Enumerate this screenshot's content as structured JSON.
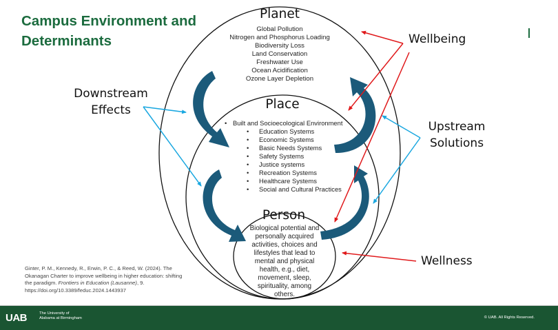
{
  "slide": {
    "title_lines": [
      "Campus Environment and",
      "Determinants"
    ],
    "accent_color": "#1b6b3e"
  },
  "diagram": {
    "planet": {
      "title": "Planet",
      "items": [
        "Global Pollution",
        "Nitrogen and Phosphorus Loading",
        "Biodiversity Loss",
        "Land Conservation",
        "Freshwater Use",
        "Ocean Acidification",
        "Ozone Layer Depletion"
      ]
    },
    "place": {
      "title": "Place",
      "top_item": "Built and Socioecological Environment",
      "sub_items": [
        "Education Systems",
        "Economic Systems",
        "Basic Needs Systems",
        "Safety Systems",
        "Justice systems",
        "Recreation Systems",
        "Healthcare Systems",
        "Social and Cultural Practices"
      ],
      "bullet": "•"
    },
    "person": {
      "title": "Person",
      "description_lines": [
        "Biological potential and",
        "personally acquired",
        "activities, choices and",
        "lifestyles that lead to",
        "mental and physical",
        "health, e.g., diet,",
        "movement, sleep,",
        "spirituality, among",
        "others."
      ]
    },
    "labels": {
      "downstream": [
        "Downstream",
        "Effects"
      ],
      "upstream": [
        "Upstream",
        "Solutions"
      ],
      "wellbeing": "Wellbeing",
      "wellness": "Wellness"
    },
    "colors": {
      "arrow_fill": "#1b5a7a",
      "red_pointer": "#e0191b",
      "blue_pointer": "#1aa7e0"
    }
  },
  "citation": {
    "lines": [
      "Ginter, P. M., Kennedy, R., Erwin, P. C., & Reed, W. (2024). The",
      "Okanagan Charter to improve wellbeing in higher education: shifting"
    ],
    "line3_prefix": "the paradigm. ",
    "line3_journal": "Frontiers in Education (Lausanne)",
    "line3_suffix": ", 9.",
    "doi": "https://doi.org/10.3389/feduc.2024.1443937"
  },
  "footer": {
    "logo": "UAB",
    "logo_sub_lines": [
      "The University of",
      "Alabama at Birmingham"
    ],
    "copyright": "© UAB. All Rights Reserved.",
    "background": "#1a5532"
  }
}
